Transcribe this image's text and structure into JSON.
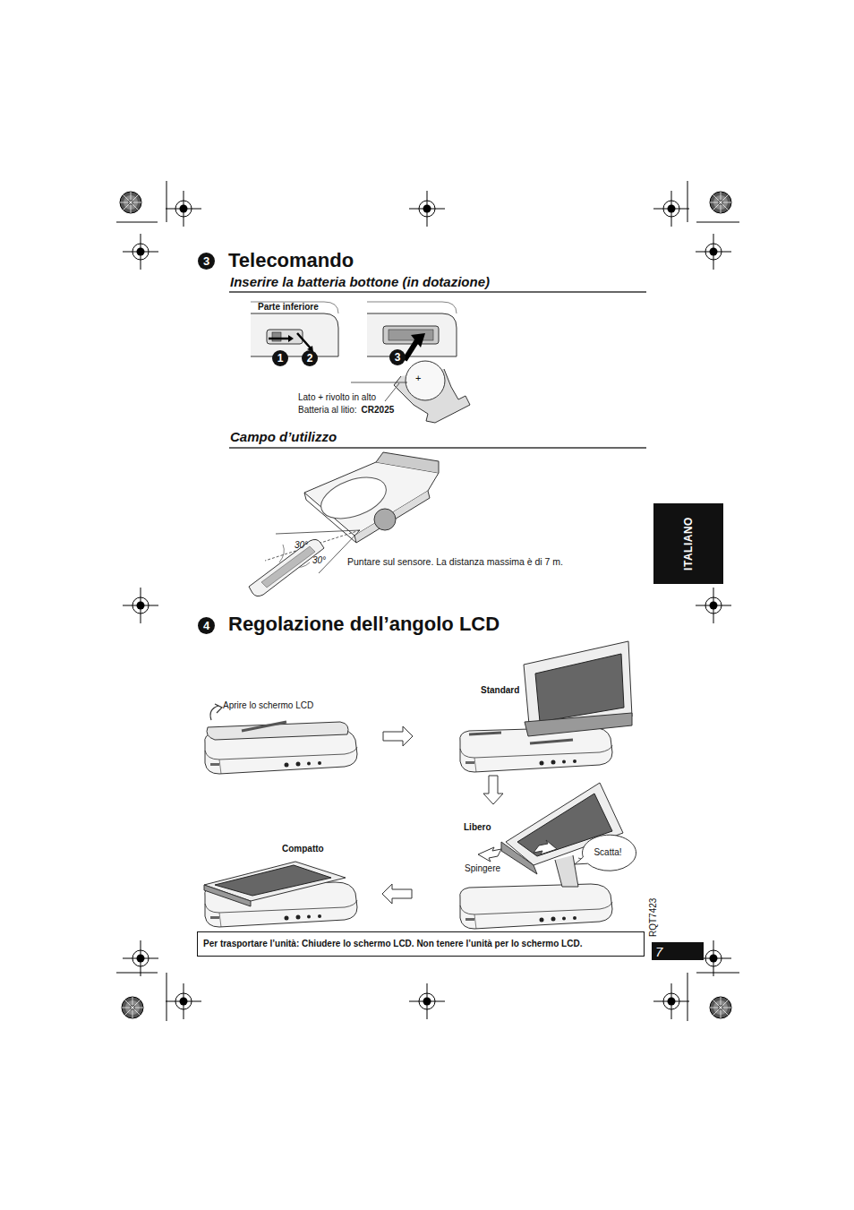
{
  "diagram": {
    "title": "Telecomando",
    "nodes": [
      {
        "text": [
          "3"
        ]
      },
      {
        "text": [
          "1"
        ]
      },
      {
        "text": [
          "2"
        ]
      },
      {
        "text": [
          "3"
        ]
      },
      {
        "text": [
          "ITALIANO"
        ]
      },
      {
        "text": [
          "4"
        ]
      },
      {
        "text": [
          "Scatta!"
        ]
      },
      {
        "text": [
          "Per trasportare l’unità: Chiudere lo schermo LCD. Non tenere l’unità per lo schermo LCD."
        ]
      },
      {
        "text": [
          "7"
        ]
      }
    ],
    "labels": [
      "Inserire la batteria bottone (in dotazione)",
      "Parte inferiore",
      "+",
      "Lato + rivolto in alto",
      "Batteria al litio:",
      "CR2025",
      "Campo d’utilizzo",
      "30°",
      "30°",
      "Puntare sul sensore. La distanza massima è di 7 m.",
      "Regolazione dell’angolo LCD",
      "Aprire lo schermo LCD",
      "Standard",
      "Libero",
      "Spingere",
      "Compatto",
      "RQT7423"
    ]
  }
}
